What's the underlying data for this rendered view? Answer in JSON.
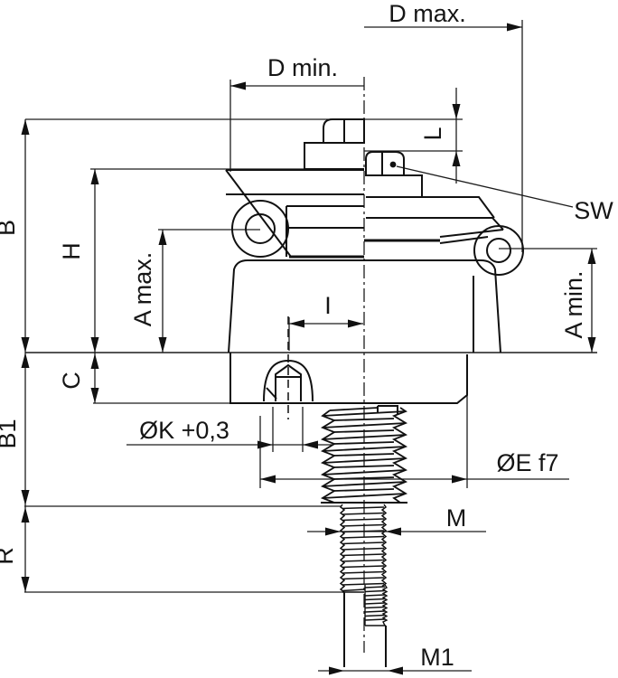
{
  "drawing": {
    "labels": {
      "d_max": "D max.",
      "d_min": "D min.",
      "l": "L",
      "sw": "SW",
      "b": "B",
      "h": "H",
      "a_max": "A max.",
      "a_min": "A min.",
      "i": "I",
      "c": "C",
      "b1": "B1",
      "k": "ØK +0,3",
      "e": "ØE f7",
      "m": "M",
      "r": "R",
      "m1": "M1"
    },
    "colors": {
      "line": "#111111",
      "background": "#ffffff"
    }
  }
}
